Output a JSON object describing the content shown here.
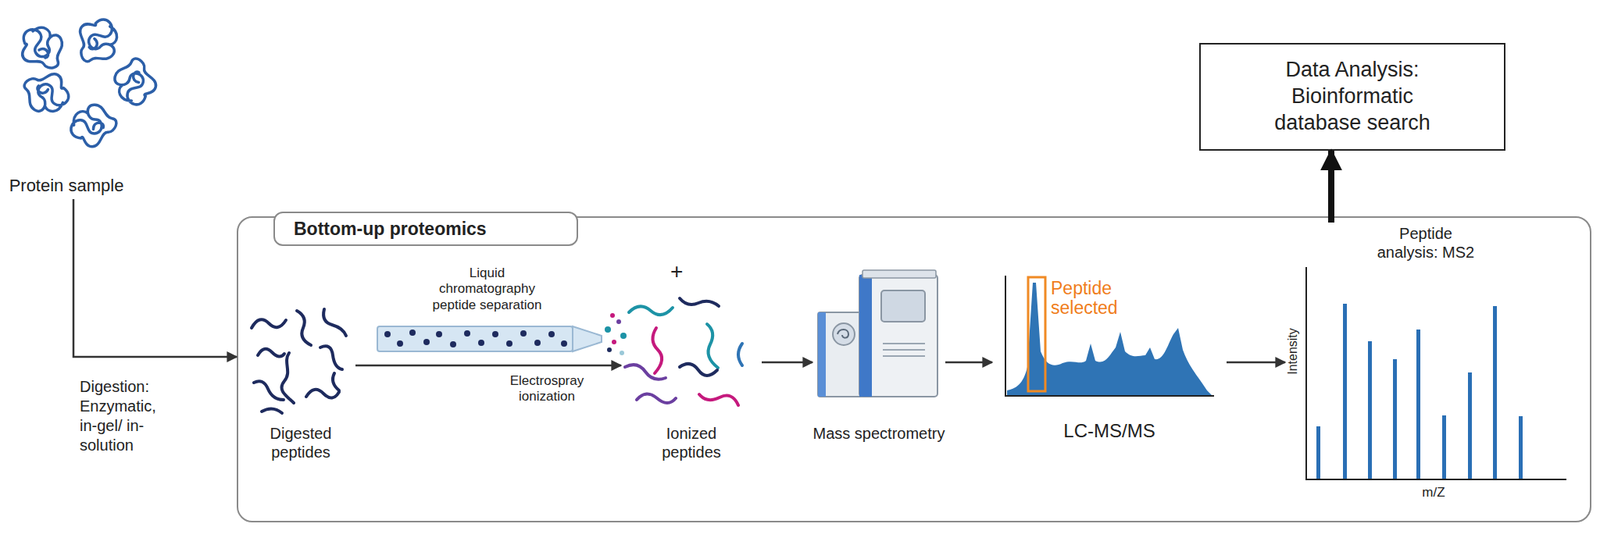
{
  "diagram": {
    "nodes": [
      {
        "text": [
          "Protein sample"
        ]
      },
      {
        "text": [
          "Data Analysis: Bioinformatic database search"
        ]
      },
      {
        "text": [
          "Bottom-up proteomics"
        ]
      },
      {
        "text": [
          "Digested peptides"
        ],
        "in": 2
      },
      {
        "text": [
          "Ionized peptides"
        ],
        "in": 2
      },
      {
        "text": [
          "Mass spectrometry"
        ],
        "in": 2
      },
      {
        "text": [
          "Peptide selected",
          "LC-MS/MS"
        ],
        "in": 2
      },
      {
        "text": [
          "Peptide analysis: MS2",
          "Intensity",
          "m/Z"
        ],
        "in": 2
      }
    ],
    "edges": [
      {
        "from": 0,
        "to": 2,
        "arrow": "to",
        "label": "Digestion: Enzymatic, in-gel/ in-solution"
      },
      {
        "from": 3,
        "to": 4,
        "arrow": "to",
        "label": "Liquid chromatography peptide separation"
      },
      {
        "from": 4,
        "to": 5,
        "arrow": "to"
      },
      {
        "from": 5,
        "to": 6,
        "arrow": "to"
      },
      {
        "from": 6,
        "to": 7,
        "arrow": "to"
      },
      {
        "from": 7,
        "to": 1,
        "arrow": "to"
      }
    ],
    "labels": [
      "+",
      "Electrospray ionization"
    ]
  }
}
